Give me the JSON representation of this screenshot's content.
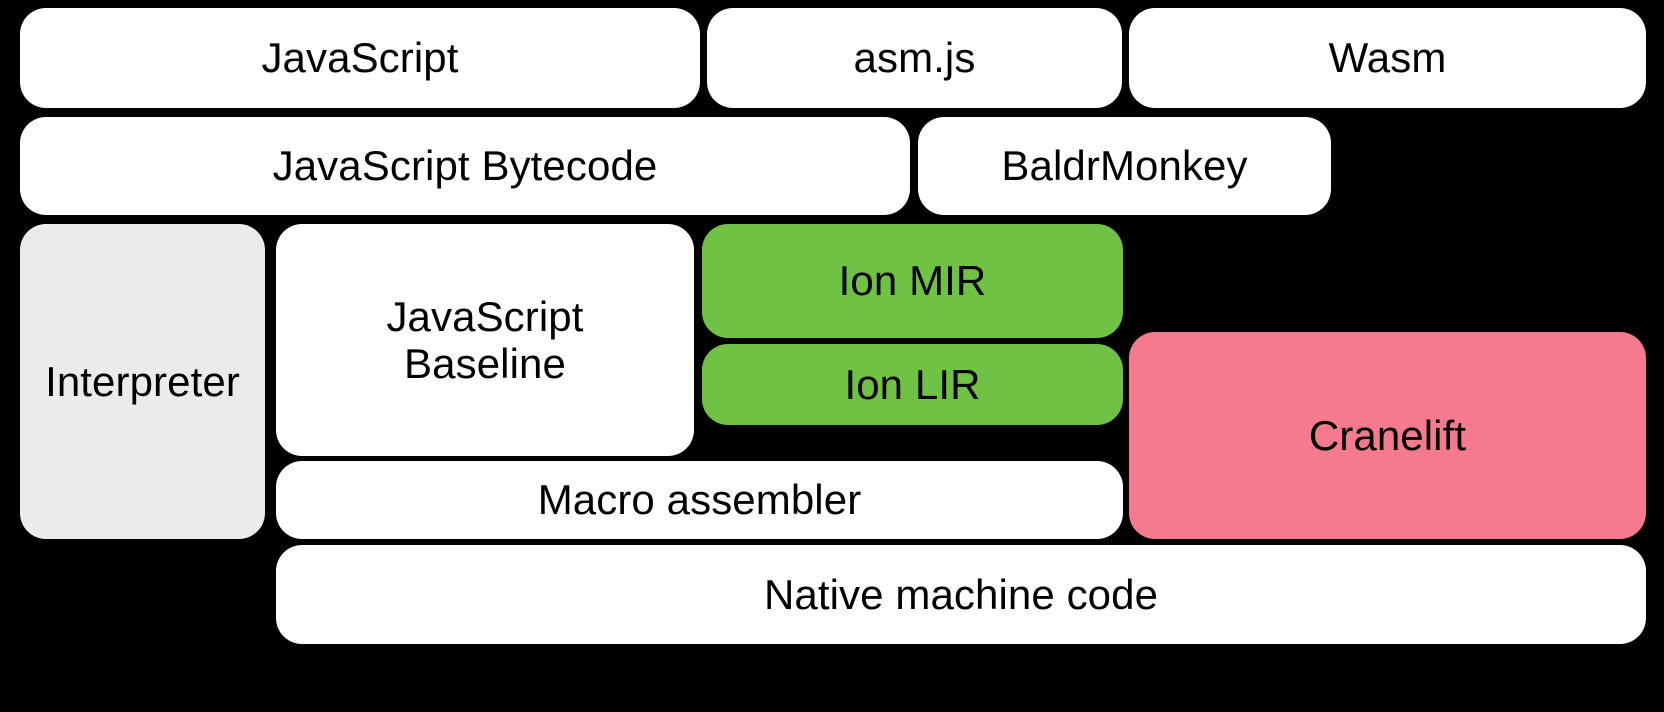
{
  "diagram": {
    "title": "SpiderMonkey compiler pipeline stack",
    "background_color": "#000000",
    "colors": {
      "white": "#ffffff",
      "gray": "#ebebeb",
      "green": "#6fc243",
      "pink": "#f57a8e"
    },
    "nodes": [
      {
        "id": "javascript",
        "label": "JavaScript",
        "fill": "#ffffff",
        "row": 1
      },
      {
        "id": "asmjs",
        "label": "asm.js",
        "fill": "#ffffff",
        "row": 1
      },
      {
        "id": "wasm",
        "label": "Wasm",
        "fill": "#ffffff",
        "row": 1
      },
      {
        "id": "js-bytecode",
        "label": "JavaScript Bytecode",
        "fill": "#ffffff",
        "row": 2
      },
      {
        "id": "baldrmonkey",
        "label": "BaldrMonkey",
        "fill": "#ffffff",
        "row": 2
      },
      {
        "id": "interpreter",
        "label": "Interpreter",
        "fill": "#ebebeb",
        "row": 3
      },
      {
        "id": "js-baseline",
        "label": "JavaScript\nBaseline",
        "fill": "#ffffff",
        "row": 3
      },
      {
        "id": "ion-mir",
        "label": "Ion MIR",
        "fill": "#6fc243",
        "row": 3
      },
      {
        "id": "ion-lir",
        "label": "Ion LIR",
        "fill": "#6fc243",
        "row": 3
      },
      {
        "id": "cranelift",
        "label": "Cranelift",
        "fill": "#f57a8e",
        "row": 3
      },
      {
        "id": "macro-assembler",
        "label": "Macro assembler",
        "fill": "#ffffff",
        "row": 3
      },
      {
        "id": "native-code",
        "label": "Native machine code",
        "fill": "#ffffff",
        "row": 4
      }
    ]
  }
}
